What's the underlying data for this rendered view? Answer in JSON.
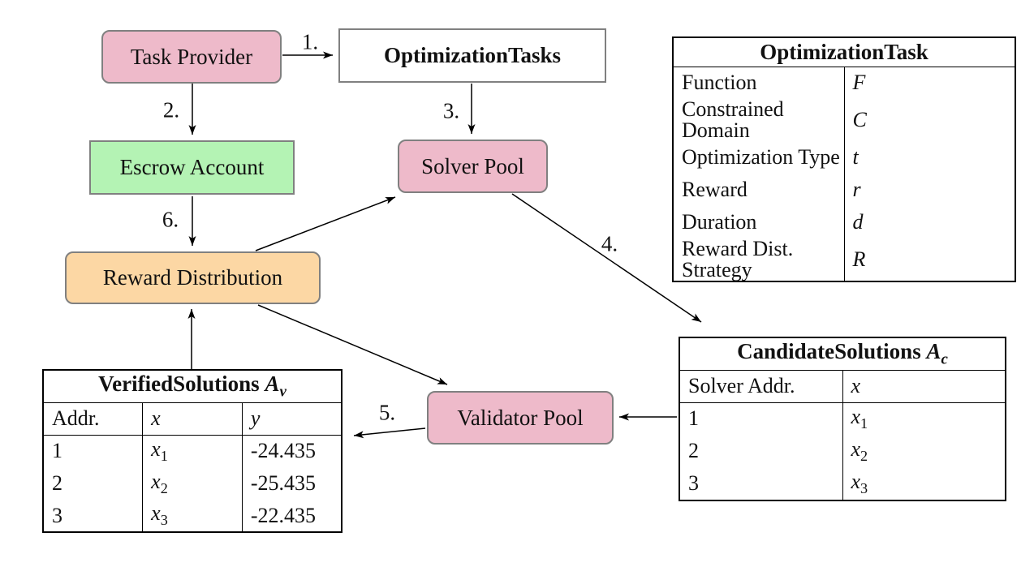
{
  "colors": {
    "node_pink": "#eebaca",
    "node_green": "#b4f3b4",
    "node_orange": "#fcd7a4",
    "node_border": "#808080",
    "table_border": "#000000",
    "arrow": "#000000"
  },
  "nodes": {
    "task_provider": "Task Provider",
    "optimization_tasks": "OptimizationTasks",
    "escrow_account": "Escrow Account",
    "solver_pool": "Solver Pool",
    "reward_distribution": "Reward Distribution",
    "validator_pool": "Validator Pool"
  },
  "edge_labels": {
    "e1": "1.",
    "e2": "2.",
    "e3": "3.",
    "e4": "4.",
    "e5": "5.",
    "e6": "6."
  },
  "optimization_task_table": {
    "title": "OptimizationTask",
    "rows": [
      {
        "label": "Function",
        "symbol": "F"
      },
      {
        "label": "Constrained Domain",
        "symbol": "C"
      },
      {
        "label": "Optimization Type",
        "symbol": "t"
      },
      {
        "label": "Reward",
        "symbol": "r"
      },
      {
        "label": "Duration",
        "symbol": "d"
      },
      {
        "label": "Reward Dist. Strategy",
        "symbol": "R"
      }
    ]
  },
  "verified_solutions_table": {
    "title": "VerifiedSolutions",
    "symbol": "A",
    "symbol_sub": "v",
    "col_addr": "Addr.",
    "col_x": "x",
    "col_y": "y",
    "rows": [
      {
        "addr": "1",
        "x": "x",
        "x_sub": "1",
        "y": "-24.435"
      },
      {
        "addr": "2",
        "x": "x",
        "x_sub": "2",
        "y": "-25.435"
      },
      {
        "addr": "3",
        "x": "x",
        "x_sub": "3",
        "y": "-22.435"
      }
    ]
  },
  "candidate_solutions_table": {
    "title": "CandidateSolutions",
    "symbol": "A",
    "symbol_sub": "c",
    "col_addr": "Solver Addr.",
    "col_x": "x",
    "rows": [
      {
        "addr": "1",
        "x": "x",
        "x_sub": "1"
      },
      {
        "addr": "2",
        "x": "x",
        "x_sub": "2"
      },
      {
        "addr": "3",
        "x": "x",
        "x_sub": "3"
      }
    ]
  }
}
